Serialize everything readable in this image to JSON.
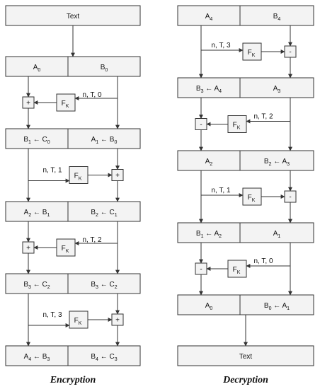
{
  "encryption": {
    "caption": "Encryption",
    "input_label": "Text",
    "f_label": "F",
    "f_sub": "K",
    "rows": [
      {
        "left": "A",
        "left_sub": "0",
        "left_rhs": "",
        "left_rhs_sub": "",
        "right": "B",
        "right_sub": "0",
        "right_rhs": "",
        "right_rhs_sub": ""
      },
      {
        "left": "B",
        "left_sub": "1",
        "left_rhs": "C",
        "left_rhs_sub": "0",
        "right": "A",
        "right_sub": "1",
        "right_rhs": "B",
        "right_rhs_sub": "0"
      },
      {
        "left": "A",
        "left_sub": "2",
        "left_rhs": "B",
        "left_rhs_sub": "1",
        "right": "B",
        "right_sub": "2",
        "right_rhs": "C",
        "right_rhs_sub": "1"
      },
      {
        "left": "B",
        "left_sub": "3",
        "left_rhs": "C",
        "left_rhs_sub": "2",
        "right": "B",
        "right_sub": "3",
        "right_rhs": "C",
        "right_rhs_sub": "2"
      },
      {
        "left": "A",
        "left_sub": "4",
        "left_rhs": "B",
        "left_rhs_sub": "3",
        "right": "B",
        "right_sub": "4",
        "right_rhs": "C",
        "right_rhs_sub": "3"
      }
    ],
    "rounds": [
      {
        "tweak": "n, T, 0",
        "op": "+"
      },
      {
        "tweak": "n, T, 1",
        "op": "+"
      },
      {
        "tweak": "n, T, 2",
        "op": "+"
      },
      {
        "tweak": "n, T, 3",
        "op": "+"
      }
    ]
  },
  "decryption": {
    "caption": "Decryption",
    "output_label": "Text",
    "f_label": "F",
    "f_sub": "K",
    "rows": [
      {
        "left": "A",
        "left_sub": "4",
        "left_rhs": "",
        "left_rhs_sub": "",
        "right": "B",
        "right_sub": "4",
        "right_rhs": "",
        "right_rhs_sub": ""
      },
      {
        "left": "B",
        "left_sub": "3",
        "left_rhs": "A",
        "left_rhs_sub": "4",
        "right": "A",
        "right_sub": "3",
        "right_rhs": "",
        "right_rhs_sub": ""
      },
      {
        "left": "A",
        "left_sub": "2",
        "left_rhs": "",
        "left_rhs_sub": "",
        "right": "B",
        "right_sub": "2",
        "right_rhs": "A",
        "right_rhs_sub": "3"
      },
      {
        "left": "B",
        "left_sub": "1",
        "left_rhs": "A",
        "left_rhs_sub": "2",
        "right": "A",
        "right_sub": "1",
        "right_rhs": "",
        "right_rhs_sub": ""
      },
      {
        "left": "A",
        "left_sub": "0",
        "left_rhs": "",
        "left_rhs_sub": "",
        "right": "B",
        "right_sub": "0",
        "right_rhs": "A",
        "right_rhs_sub": "1"
      }
    ],
    "rounds": [
      {
        "tweak": "n, T, 3",
        "op": "-"
      },
      {
        "tweak": "n, T, 2",
        "op": "-"
      },
      {
        "tweak": "n, T, 1",
        "op": "-"
      },
      {
        "tweak": "n, T, 0",
        "op": "-"
      }
    ]
  }
}
